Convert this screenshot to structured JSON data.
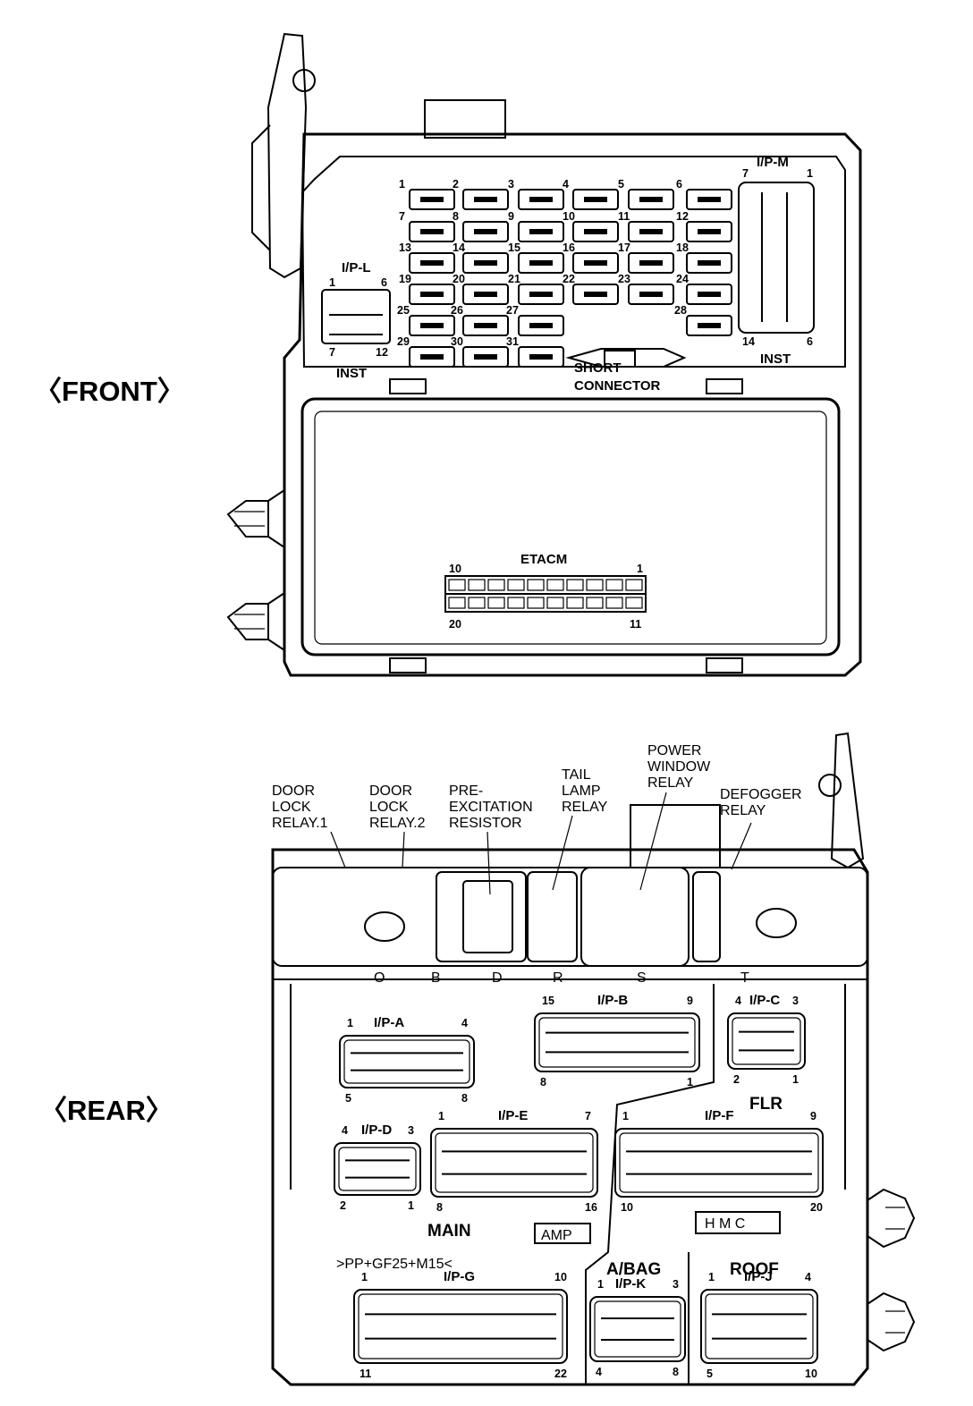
{
  "views": {
    "front_label": "〈FRONT〉",
    "rear_label": "〈REAR〉"
  },
  "front": {
    "fuse_numbers": [
      "1",
      "2",
      "3",
      "4",
      "5",
      "6",
      "7",
      "8",
      "9",
      "10",
      "11",
      "12",
      "13",
      "14",
      "15",
      "16",
      "17",
      "18",
      "19",
      "20",
      "21",
      "22",
      "23",
      "24",
      "25",
      "26",
      "27",
      "28",
      "29",
      "30",
      "31"
    ],
    "ip_l": {
      "name": "I/P-L",
      "pin_tl": "1",
      "pin_tr": "6",
      "pin_bl": "7",
      "pin_br": "12",
      "caption": "INST"
    },
    "ip_m": {
      "name": "I/P-M",
      "pin_tl": "7",
      "pin_tr": "1",
      "pin_bl": "14",
      "pin_br": "6",
      "caption": "INST"
    },
    "short_connector": {
      "line1": "SHORT",
      "line2": "CONNECTOR"
    },
    "etacm": {
      "name": "ETACM",
      "pin_tl": "10",
      "pin_tr": "1",
      "pin_bl": "20",
      "pin_br": "11"
    }
  },
  "rear": {
    "relays": {
      "door_lock_1": [
        "DOOR",
        "LOCK",
        "RELAY.1"
      ],
      "door_lock_2": [
        "DOOR",
        "LOCK",
        "RELAY.2"
      ],
      "pre_excitation": [
        "PRE-",
        "EXCITATION",
        "RESISTOR"
      ],
      "tail_lamp": [
        "TAIL",
        "LAMP",
        "RELAY"
      ],
      "power_window": [
        "POWER",
        "WINDOW",
        "RELAY"
      ],
      "defogger": [
        "DEFOGGER",
        "RELAY"
      ]
    },
    "ip_a": {
      "name": "I/P-A",
      "pin_tl": "1",
      "pin_tr": "4",
      "pin_bl": "5",
      "pin_br": "8"
    },
    "ip_b": {
      "name": "I/P-B",
      "pin_tl": "15",
      "pin_tr": "9",
      "pin_bl": "8",
      "pin_br": "1"
    },
    "ip_c": {
      "name": "I/P-C",
      "pin_tl": "4",
      "pin_tr": "3",
      "pin_bl": "2",
      "pin_br": "1"
    },
    "ip_d": {
      "name": "I/P-D",
      "pin_tl": "4",
      "pin_tr": "3",
      "pin_bl": "2",
      "pin_br": "1"
    },
    "ip_e": {
      "name": "I/P-E",
      "pin_tl": "1",
      "pin_tr": "7",
      "pin_bl": "8",
      "pin_br": "16"
    },
    "ip_f": {
      "name": "I/P-F",
      "pin_tl": "1",
      "pin_tr": "9",
      "pin_bl": "10",
      "pin_br": "20"
    },
    "ip_g": {
      "name": "I/P-G",
      "pin_tl": "1",
      "pin_tr": "10",
      "pin_bl": "11",
      "pin_br": "22"
    },
    "ip_k": {
      "name": "I/P-K",
      "pin_tl": "1",
      "pin_tr": "3",
      "pin_bl": "4",
      "pin_br": "8"
    },
    "ip_j": {
      "name": "I/P-J",
      "pin_tl": "1",
      "pin_tr": "4",
      "pin_bl": "5",
      "pin_br": "10"
    },
    "group_labels": {
      "flr": "FLR",
      "main": "MAIN",
      "abag": "A/BAG",
      "roof": "ROOF"
    },
    "marks": {
      "amp": "AMP",
      "hmc": "H M C",
      "material": ">PP+GF25+M15<"
    },
    "slot_letters": [
      "O",
      "B",
      "D",
      "R",
      "S",
      "T"
    ]
  }
}
